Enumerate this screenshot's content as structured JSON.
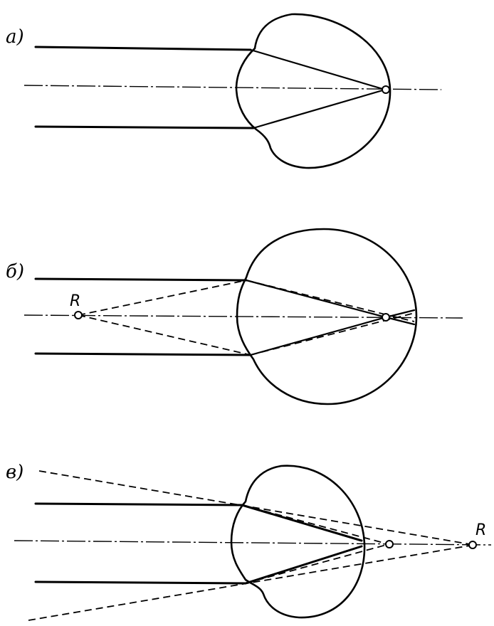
{
  "panels": {
    "a": {
      "label": "а)"
    },
    "b": {
      "label": "б)",
      "point_label": "R"
    },
    "c": {
      "label": "в)",
      "point_label": "R"
    }
  }
}
